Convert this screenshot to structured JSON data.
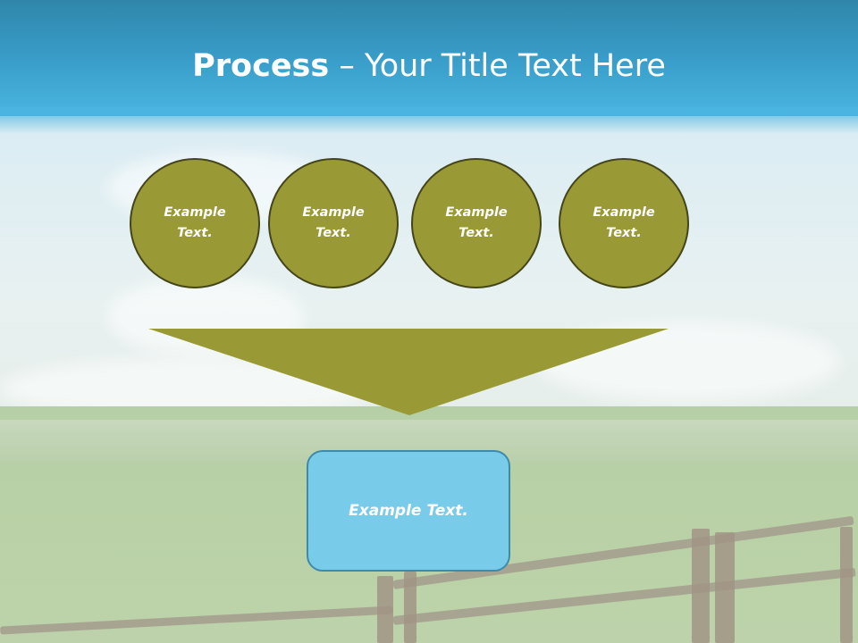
{
  "slide": {
    "title_bold": "Process",
    "title_rest": " – Your Title Text Here"
  },
  "process": {
    "steps": [
      {
        "label": "Example Text."
      },
      {
        "label": "Example Text."
      },
      {
        "label": "Example Text."
      },
      {
        "label": "Example Text."
      }
    ],
    "result": {
      "label": "Example Text."
    }
  },
  "colors": {
    "header": "#3a9fcb",
    "circle_fill": "#999935",
    "circle_border": "#44451a",
    "funnel_fill": "#999935",
    "result_fill": "#79cbea",
    "result_border": "#3f8aa8"
  },
  "background": {
    "scene": "meadow-with-wooden-fence"
  }
}
